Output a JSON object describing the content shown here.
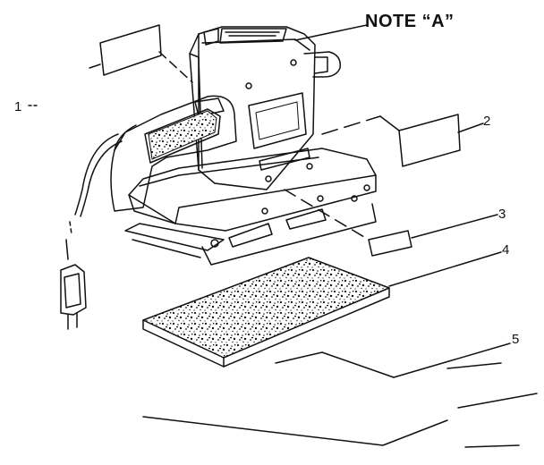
{
  "note": "NOTE “A”",
  "callouts": {
    "c1": "1",
    "c2": "2",
    "c3": "3",
    "c4": "4",
    "c5": "5"
  },
  "colors": {
    "ink": "#111111",
    "paper": "#ffffff"
  }
}
